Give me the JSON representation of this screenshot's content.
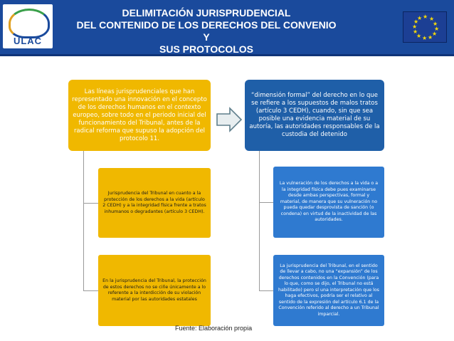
{
  "header": {
    "title_lines": [
      "DELIMITACIÓN JURISPRUDENCIAL",
      "DEL CONTENIDO DE LOS DERECHOS DEL CONVENIO",
      "Y",
      "SUS PROTOCOLOS"
    ],
    "logo_text": "ULAC",
    "colors": {
      "header_bg": "#1a4a9c",
      "box_yellow": "#f0b800",
      "box_blue": "#1f5fa8"
    }
  },
  "left": {
    "top": "Las líneas jurisprudenciales que han representado una innovación en el concepto de los derechos humanos en el contexto europeo, sobre todo en el periodo inicial del funcionamiento del Tribunal, antes de la radical reforma que supuso la adopción del protocolo 11.",
    "middle": "Jurisprudencia del Tribunal en cuanto a la protección de los derechos a la vida (artículo 2 CEDH) y a la integridad física frente a tratos inhumanos o degradantes (artículo 3 CEDH).",
    "bottom": "En la jurisprudencia del Tribunal, la protección de estos derechos no se ciñe únicamente a lo referente a la interdicción de su violación material por las autoridades estatales"
  },
  "right": {
    "top": "“dimensión formal” del derecho en lo que se refiere a los supuestos de malos tratos (artículo 3 CEDH), cuando, sin que sea posible una evidencia material de su autoría, las autoridades responsables de la custodia del detenido",
    "middle": "La vulneración de los derechos a la vida o a la integridad física debe pues examinarse desde ambas perspectivas, formal y material, de manera que su vulneración no pueda quedar desprovista de sanción (o condena) en virtud de la inactividad de las autoridades.",
    "bottom": "La jurisprudencia del Tribunal, en el sentido de llevar a cabo, no una “expansión” de los derechos contenidos en la Convención (para lo que, como se dijo, el Tribunal no está habilitado) pero sí una interpretación que los haga efectivos, podría ser el relativo al sentido de la expresión del artículo 6.1 de la Convención referido al derecho a un Tribunal imparcial."
  },
  "footer": {
    "source": "Fuente: Elaboración propia"
  }
}
